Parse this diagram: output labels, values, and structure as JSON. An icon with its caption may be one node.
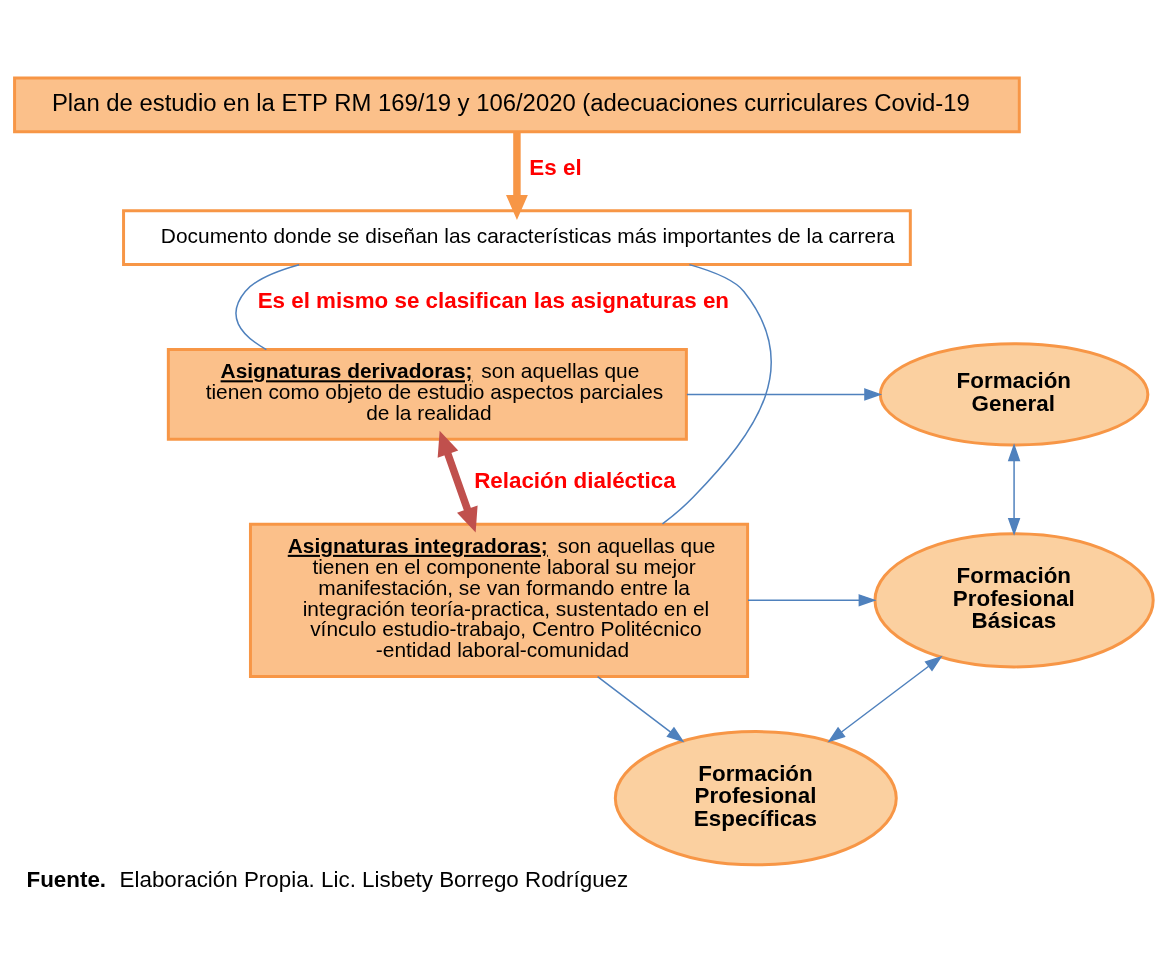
{
  "diagram": {
    "caption": "**Fuente.** Elaboración Propia. Lic. Lisbety Borrego Rodríguez",
    "nodes": [
      {
        "text": [
          "Plan de estudio en la ETP RM 169/19 y 106/2020 (adecuaciones curriculares Covid-19"
        ]
      },
      {
        "text": [
          "Documento donde se diseñan las características más importantes de la carrera"
        ]
      },
      {
        "text": [
          "**Asignaturas derivadoras;** son aquellas que tienen como objeto de estudio aspectos parciales de la realidad"
        ]
      },
      {
        "text": [
          "**Asignaturas integradoras;** son aquellas que tienen en el componente laboral su mejor manifestación, se van formando entre la integración teoría-practica, sustentado en el vínculo estudio-trabajo, Centro Politécnico -entidad laboral-comunidad"
        ]
      },
      {
        "text": [
          "Formación General"
        ]
      },
      {
        "text": [
          "Formación Profesional Básicas"
        ]
      },
      {
        "text": [
          "Formación Profesional Específicas"
        ]
      }
    ],
    "edges": [
      {
        "from": 0,
        "to": 1,
        "arrow": "to",
        "label": "Es el",
        "style": "thick",
        "color": "#f79646"
      },
      {
        "from": 1,
        "to": 2,
        "arrow": "none",
        "label": "Es el mismo se clasifican las asignaturas en"
      },
      {
        "from": 1,
        "to": 3,
        "arrow": "none"
      },
      {
        "from": 2,
        "to": 4,
        "arrow": "to"
      },
      {
        "from": 2,
        "to": 3,
        "arrow": "both",
        "label": "Relación dialéctica",
        "style": "thick",
        "color": "#c0504d"
      },
      {
        "from": 3,
        "to": 5,
        "arrow": "to"
      },
      {
        "from": 3,
        "to": 6,
        "arrow": "to"
      },
      {
        "from": 4,
        "to": 5,
        "arrow": "both"
      },
      {
        "from": 5,
        "to": 6,
        "arrow": "both"
      }
    ]
  }
}
